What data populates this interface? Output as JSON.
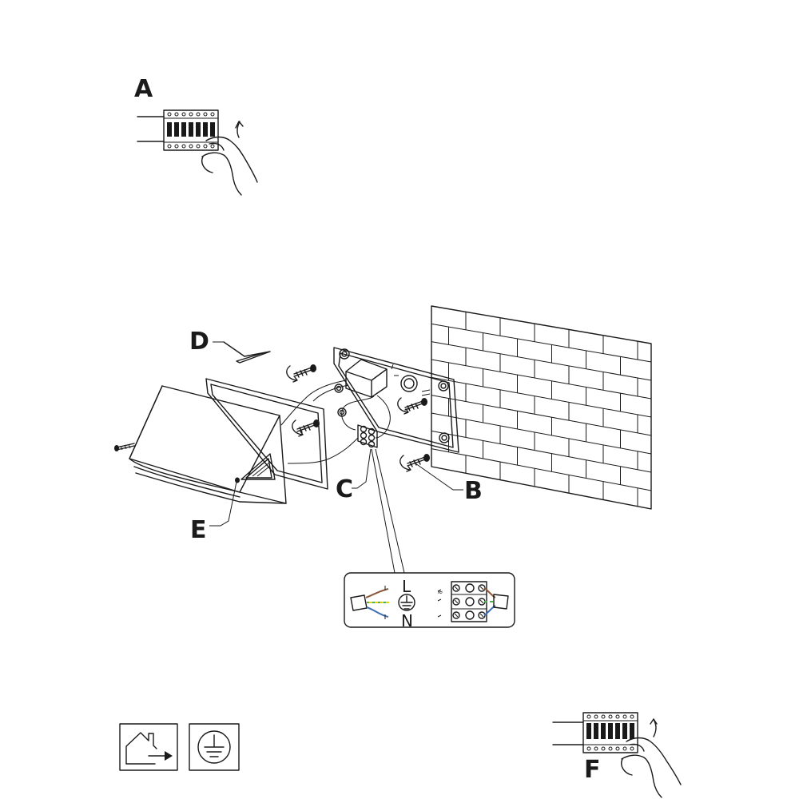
{
  "labels": {
    "a": "A",
    "b": "B",
    "c": "C",
    "d": "D",
    "e": "E",
    "f": "F"
  },
  "wiring": {
    "live": "L",
    "neutral": "N"
  },
  "colors": {
    "live_wire": "#8a5a3a",
    "earth_wire_green": "#4caf50",
    "earth_wire_yellow": "#e0d21f",
    "neutral_wire": "#3f6fb5",
    "line": "#1a1a1a"
  },
  "icons": [
    "circuit-breaker-off",
    "hand-pointer",
    "brick-wall",
    "screw",
    "rotate-arrow",
    "terminal-block",
    "earth-symbol",
    "indoor-use-house"
  ]
}
